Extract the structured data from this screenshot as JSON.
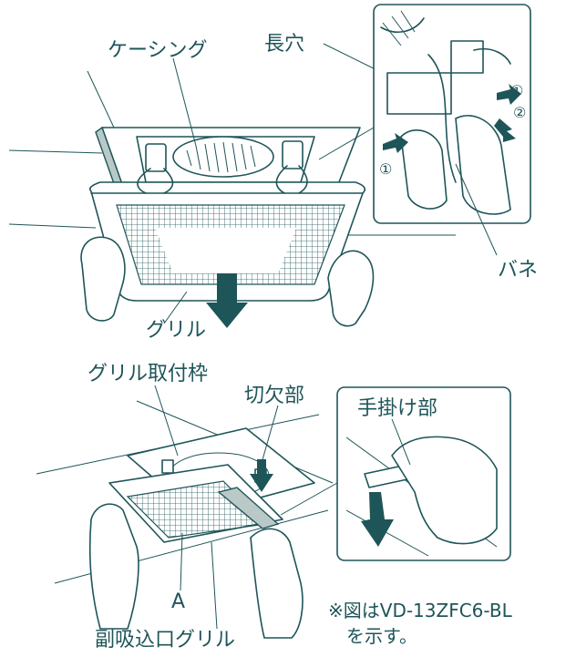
{
  "top_figure": {
    "labels": {
      "casing": "ケーシング",
      "slot": "長穴",
      "spring": "バネ",
      "grille": "グリル",
      "step1_upper": "①",
      "step2": "②",
      "step1_lower": "①"
    }
  },
  "bottom_figure": {
    "labels": {
      "grille_frame": "グリル取付枠",
      "notch": "切欠部",
      "hand_grip": "手掛け部",
      "point_a": "A",
      "sub_intake_grille": "副吸込口グリル"
    }
  },
  "note": {
    "line1": "※図はVD-13ZFC6-BL",
    "line2": "を示す。"
  },
  "colors": {
    "ink": "#1e5559",
    "accent_fill": "#b9c9c8",
    "background": "#ffffff"
  }
}
